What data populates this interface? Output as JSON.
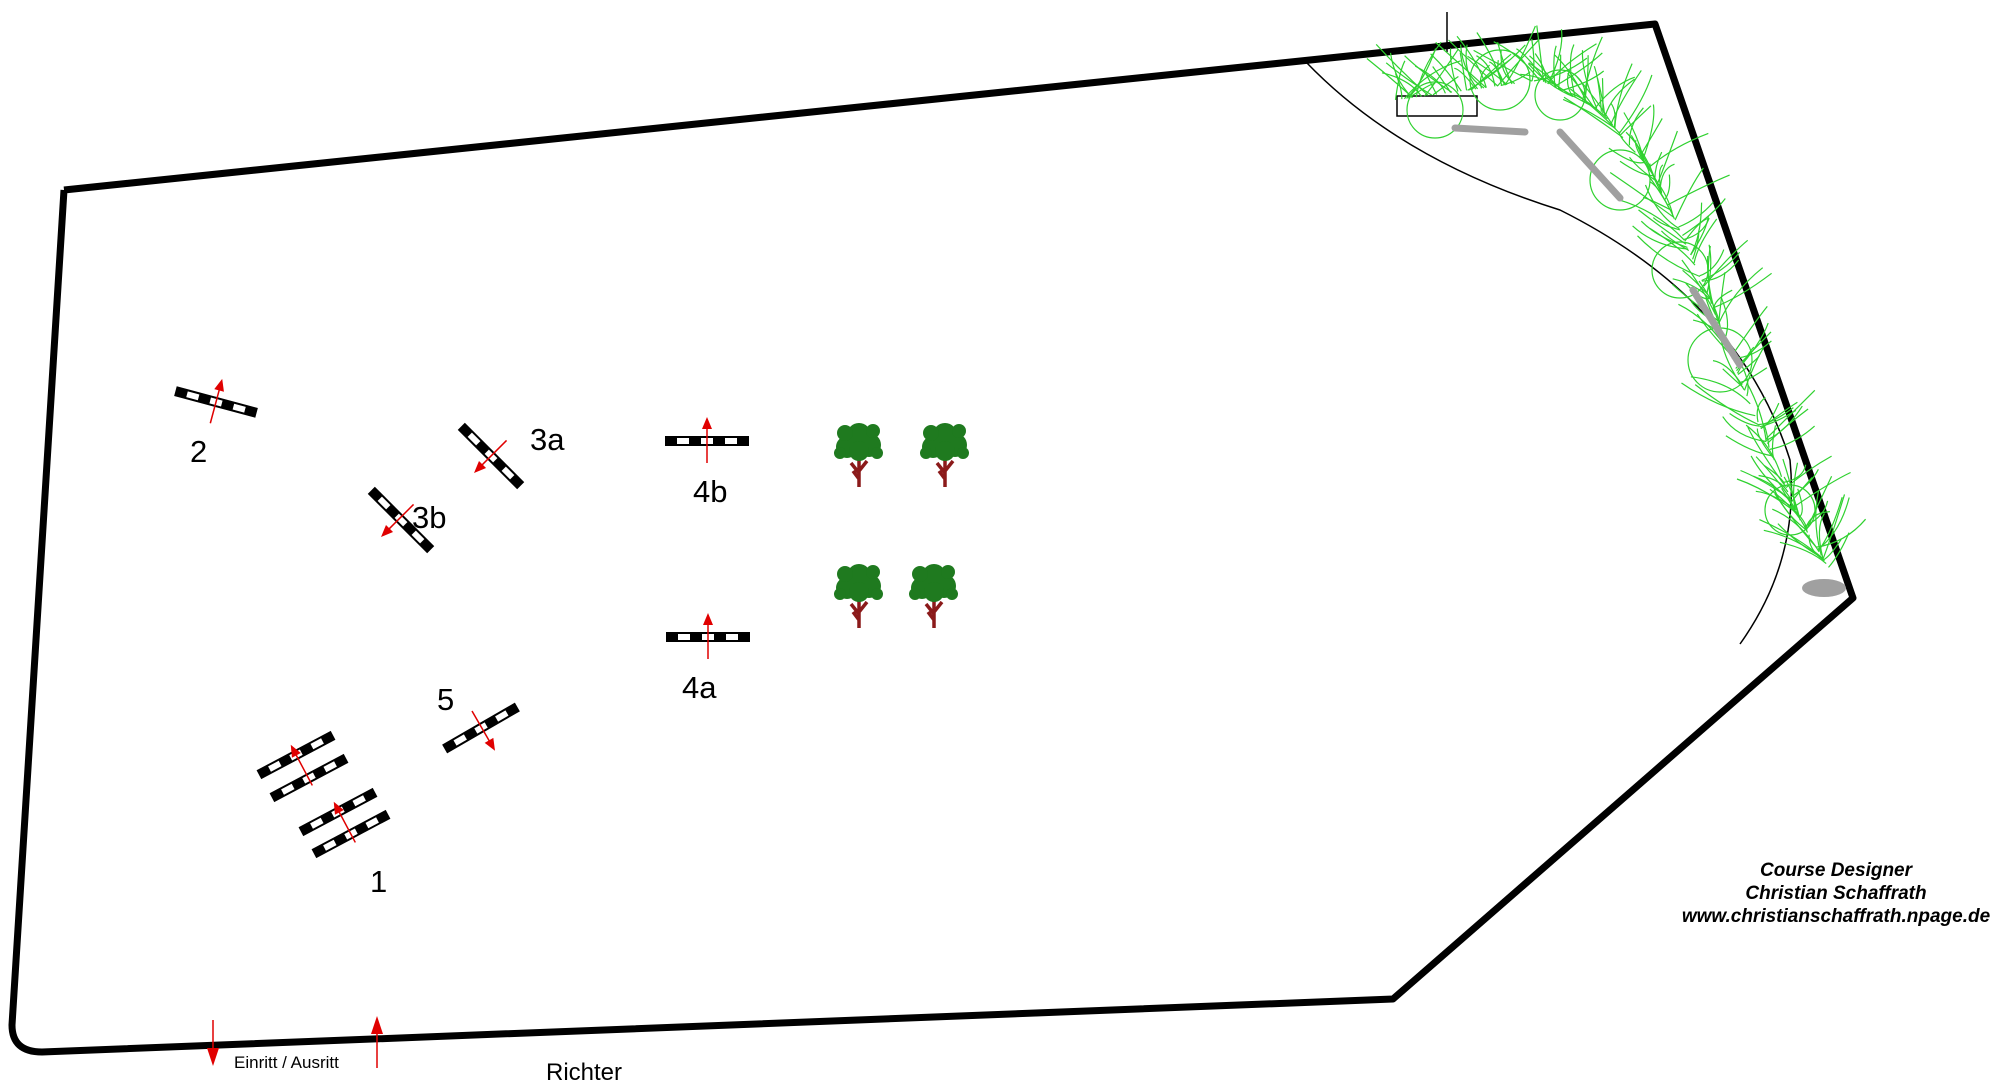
{
  "jumps": [
    {
      "id": "j1",
      "label": "1"
    },
    {
      "id": "j2",
      "label": "2"
    },
    {
      "id": "j3a",
      "label": "3a"
    },
    {
      "id": "j3b",
      "label": "3b"
    },
    {
      "id": "j4a",
      "label": "4a"
    },
    {
      "id": "j4b",
      "label": "4b"
    },
    {
      "id": "j5",
      "label": "5"
    }
  ],
  "entrance_label": "Einritt / Ausritt",
  "judge_label": "Richter",
  "credit": {
    "line1": "Course Designer",
    "line2": "Christian Schaffrath",
    "line3": "www.christianschaffrath.npage.de"
  },
  "colors": {
    "arena_border": "#000000",
    "arrow": "#e00000",
    "tree_crown": "#1f7a1f",
    "tree_trunk": "#8b1a1a",
    "hedge": "#2fd12f",
    "bench": "#a0a0a0"
  },
  "icons": [
    "direction-arrow-icon",
    "tree-icon",
    "hedge-icon",
    "bench-icon"
  ]
}
